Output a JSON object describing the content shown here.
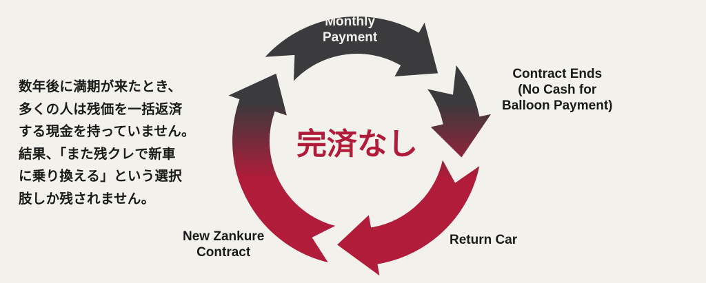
{
  "description_lines": [
    "数年後に満期が来たとき、",
    "多くの人は残価を一括返済",
    "する現金を持っていません。",
    "結果、「また残クレで新車",
    "に乗り換える」という選択",
    "肢しか残されません。"
  ],
  "cycle": {
    "center_label": "完済なし",
    "steps": [
      {
        "label_lines": [
          "Monthly",
          "Payment"
        ]
      },
      {
        "label_lines": [
          "Contract Ends",
          "(No Cash for",
          "Balloon Payment)"
        ]
      },
      {
        "label_lines": [
          "Return Car"
        ]
      },
      {
        "label_lines": [
          "New Zankure",
          "Contract"
        ]
      }
    ]
  },
  "colors": {
    "dark": "#3b3a3c",
    "red": "#b01c3a",
    "background": "#f3f1ec"
  }
}
